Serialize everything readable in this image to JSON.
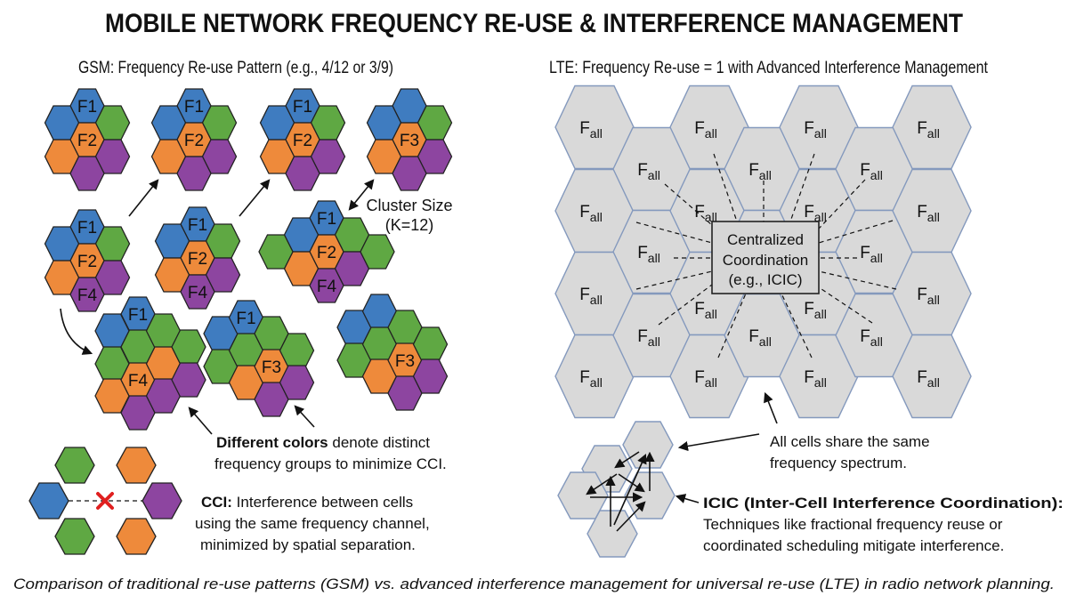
{
  "title": "MOBILE NETWORK FREQUENCY RE-USE & INTERFERENCE MANAGEMENT",
  "colors": {
    "blue": "#3f7cc0",
    "green": "#5fa843",
    "orange": "#ee8a3b",
    "purple": "#8d45a0",
    "lte_cell": "#d9d9d9",
    "lte_border": "#8499bd",
    "cross": "#e02020"
  },
  "gsm": {
    "subtitle": "GSM: Frequency Re-use Pattern (e.g., 4/12 or 3/9)",
    "clusters": [
      {
        "cells": [
          "blue",
          "blue",
          "green",
          "orange",
          "orange",
          "purple",
          "purple"
        ],
        "labels": {
          "0": "F1",
          "3": "F2"
        }
      },
      {
        "cells": [
          "blue",
          "blue",
          "green",
          "orange",
          "orange",
          "purple",
          "purple"
        ],
        "labels": {
          "0": "F1",
          "3": "F2"
        }
      },
      {
        "cells": [
          "blue",
          "blue",
          "green",
          "orange",
          "orange",
          "purple",
          "purple"
        ],
        "labels": {
          "0": "F1",
          "3": "F2"
        }
      },
      {
        "cells": [
          "blue",
          "blue",
          "green",
          "orange",
          "orange",
          "purple",
          "purple"
        ],
        "labels": {
          "3": "F3"
        }
      },
      {
        "cells": [
          "blue",
          "blue",
          "green",
          "orange",
          "orange",
          "purple",
          "purple"
        ],
        "labels": {
          "0": "F1",
          "3": "F2",
          "6": "F4"
        }
      },
      {
        "cells": [
          "blue",
          "blue",
          "green",
          "orange",
          "orange",
          "purple",
          "purple"
        ],
        "labels": {
          "0": "F1",
          "3": "F2",
          "6": "F4"
        }
      },
      {
        "cells": [
          "blue",
          "blue",
          "green",
          "orange",
          "orange",
          "purple",
          "purple",
          "green",
          "green"
        ],
        "labels": {
          "0": "F1",
          "3": "F2",
          "6": "F4"
        }
      },
      {
        "cells": [
          "blue",
          "green",
          "orange",
          "blue",
          "green",
          "orange",
          "purple",
          "green",
          "orange",
          "purple",
          "green",
          "purple"
        ],
        "labels": {
          "3": "F1",
          "5": "F4"
        }
      },
      {
        "cells": [
          "blue",
          "green",
          "blue",
          "green",
          "orange",
          "green",
          "orange",
          "purple",
          "green",
          "purple"
        ],
        "labels": {
          "2": "F1",
          "6": "F3"
        }
      },
      {
        "cells": [
          "blue",
          "green",
          "blue",
          "green",
          "orange",
          "green",
          "orange",
          "purple",
          "green",
          "purple"
        ],
        "labels": {
          "6": "F3"
        }
      }
    ],
    "cluster_size_label": "Cluster Size",
    "cluster_size_value": "(K=12)",
    "colors_note_bold": "Different colors",
    "colors_note_rest": " denote distinct",
    "colors_note_line2": "frequency groups to minimize CCI.",
    "cci_cells": [
      "green",
      "orange",
      "blue",
      "purple",
      "green",
      "orange"
    ],
    "cci_bold": "CCI:",
    "cci_rest": " Interference between cells",
    "cci_line2": "using the same frequency channel,",
    "cci_line3": "minimized by spatial separation."
  },
  "lte": {
    "subtitle": "LTE: Frequency Re-use = 1 with Advanced Interference Management",
    "cell_label": {
      "main": "F",
      "sub": "all"
    },
    "box_lines": [
      "Centralized",
      "Coordination",
      "(e.g., ICIC)"
    ],
    "share_line1": "All cells share the same",
    "share_line2": "frequency spectrum.",
    "icic_bold": "ICIC (Inter-Cell Interference Coordination):",
    "icic_line2": "Techniques like fractional frequency reuse or",
    "icic_line3": "coordinated scheduling mitigate interference."
  },
  "caption": "Comparison of traditional re-use patterns (GSM) vs. advanced interference management for universal re-use (LTE) in radio network planning."
}
